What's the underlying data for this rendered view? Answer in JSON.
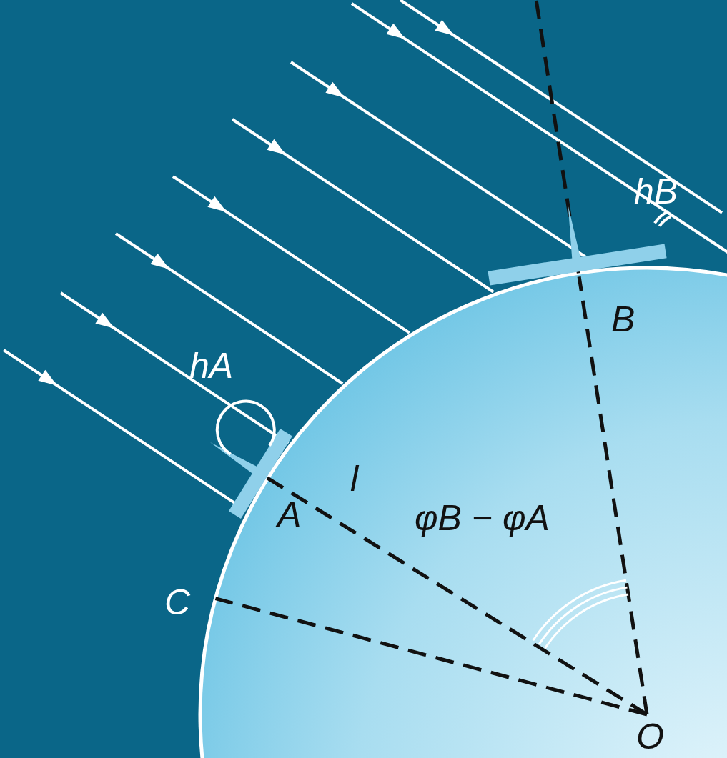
{
  "diagram": {
    "labels": [
      "hB",
      "B",
      "hA",
      "A",
      "l",
      "φB − φA",
      "C",
      "O"
    ]
  }
}
